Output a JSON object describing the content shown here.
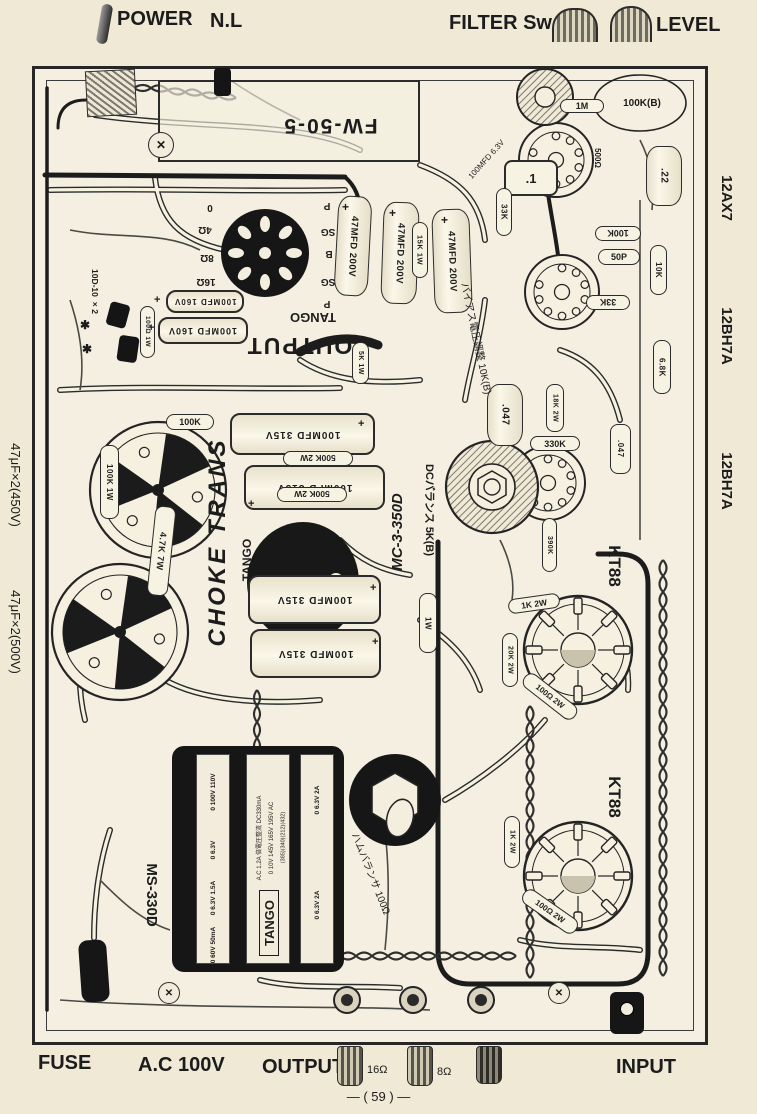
{
  "page": {
    "number": "— ( 59 ) —"
  },
  "top_panel": {
    "power": "POWER",
    "neon": "N.L",
    "filter_sw": "FILTER Sw.",
    "level": "LEVEL"
  },
  "bottom_panel": {
    "fuse": "FUSE",
    "ac_input": "A.C 100V",
    "output": "OUTPUT",
    "tap_16": "16Ω",
    "tap_8": "8Ω",
    "input": "INPUT"
  },
  "margins": {
    "right_tubes": [
      "12AX7",
      "12BH7A",
      "12BH7A"
    ],
    "left_caps": [
      "47μF×2(450V)",
      "47μF×2(500V)"
    ],
    "power_tubes": [
      "KT88",
      "KT88"
    ]
  },
  "transformers": {
    "power_top_model": "FW-50-5",
    "output_brand": "TANGO",
    "output_label": "OUTPUT",
    "choke_label": "CHOKE TRANS",
    "choke_brand": "TANGO",
    "choke_model": "MC-3-350D",
    "main_model": "MS-330D",
    "main_brand": "TANGO",
    "main_spec": "A.C 1.2A 倍電圧整流 DC330mA",
    "main_taps": [
      "0 100V 110V",
      "0 6.3V",
      "0 6.3V 1.5A",
      "0 60V 50mA",
      "0 10V 145V 165V 195V AC",
      "(385)(340)(212)(432)",
      "0 6.3V 2A",
      "0 6.3V 2A"
    ]
  },
  "output_socket": {
    "sec": [
      "0",
      "4Ω",
      "8Ω",
      "16Ω"
    ],
    "pri": [
      "P",
      "SG",
      "B",
      "SG",
      "P"
    ]
  },
  "capacitors": {
    "filter_200": [
      "47MFD 200V",
      "47MFD 200V",
      "47MFD 200V"
    ],
    "cathode_160": [
      "100MFD 160V",
      "100MFD 160V"
    ],
    "filter_315": [
      "100MFD 315V",
      "100MFD 315V",
      "100MFD 315V",
      "100MFD 315V"
    ],
    "heater_note": "100MFD 6.3V",
    "c_01": ".1",
    "c_22": ".22",
    "c_50p": "50P",
    "coupling": [
      ".047",
      ".047"
    ]
  },
  "resistors": {
    "r_15k": "15K 1W",
    "r_5k": "5K 1W",
    "r_33k_a": "33K",
    "r_33k_b": "33K",
    "r_500ohm": "500Ω",
    "r_1m": "1M",
    "r_100k_a": "100K",
    "r_100k_b": "100K",
    "r_10k": "10K",
    "r_6k8": "6.8K",
    "r_18k": "18K 2W",
    "r_330k": "330K",
    "r_390k": "390K",
    "r_100k_1w": "100K 1W",
    "r_4k7_7w": "4.7K 7W",
    "r_500k_a": "500K 2W",
    "r_500k_b": "500K 2W",
    "r_1w": "1W",
    "r_1k_a": "1K 2W",
    "r_1k_b": "1K 2W",
    "r_20k": "20K 2W",
    "r_100_a": "100Ω 2W",
    "r_100_b": "100Ω 2W",
    "r_100_1w": "100Ω 1W"
  },
  "pots": {
    "dc_balance": "DCバランス 5K(B)",
    "bias": "バイアス電圧調整 10K(B)",
    "hum": "ハムバランサ 100Ω",
    "level_value": "100K(B)"
  },
  "diodes": {
    "label": "10D-10 ×2",
    "label_b": "10D-10 ×2"
  },
  "marks": {
    "screw": "✕",
    "star": "✱",
    "plus": "+"
  },
  "colors": {
    "paper": "#efe9d6",
    "ink": "#1c1c1c"
  }
}
